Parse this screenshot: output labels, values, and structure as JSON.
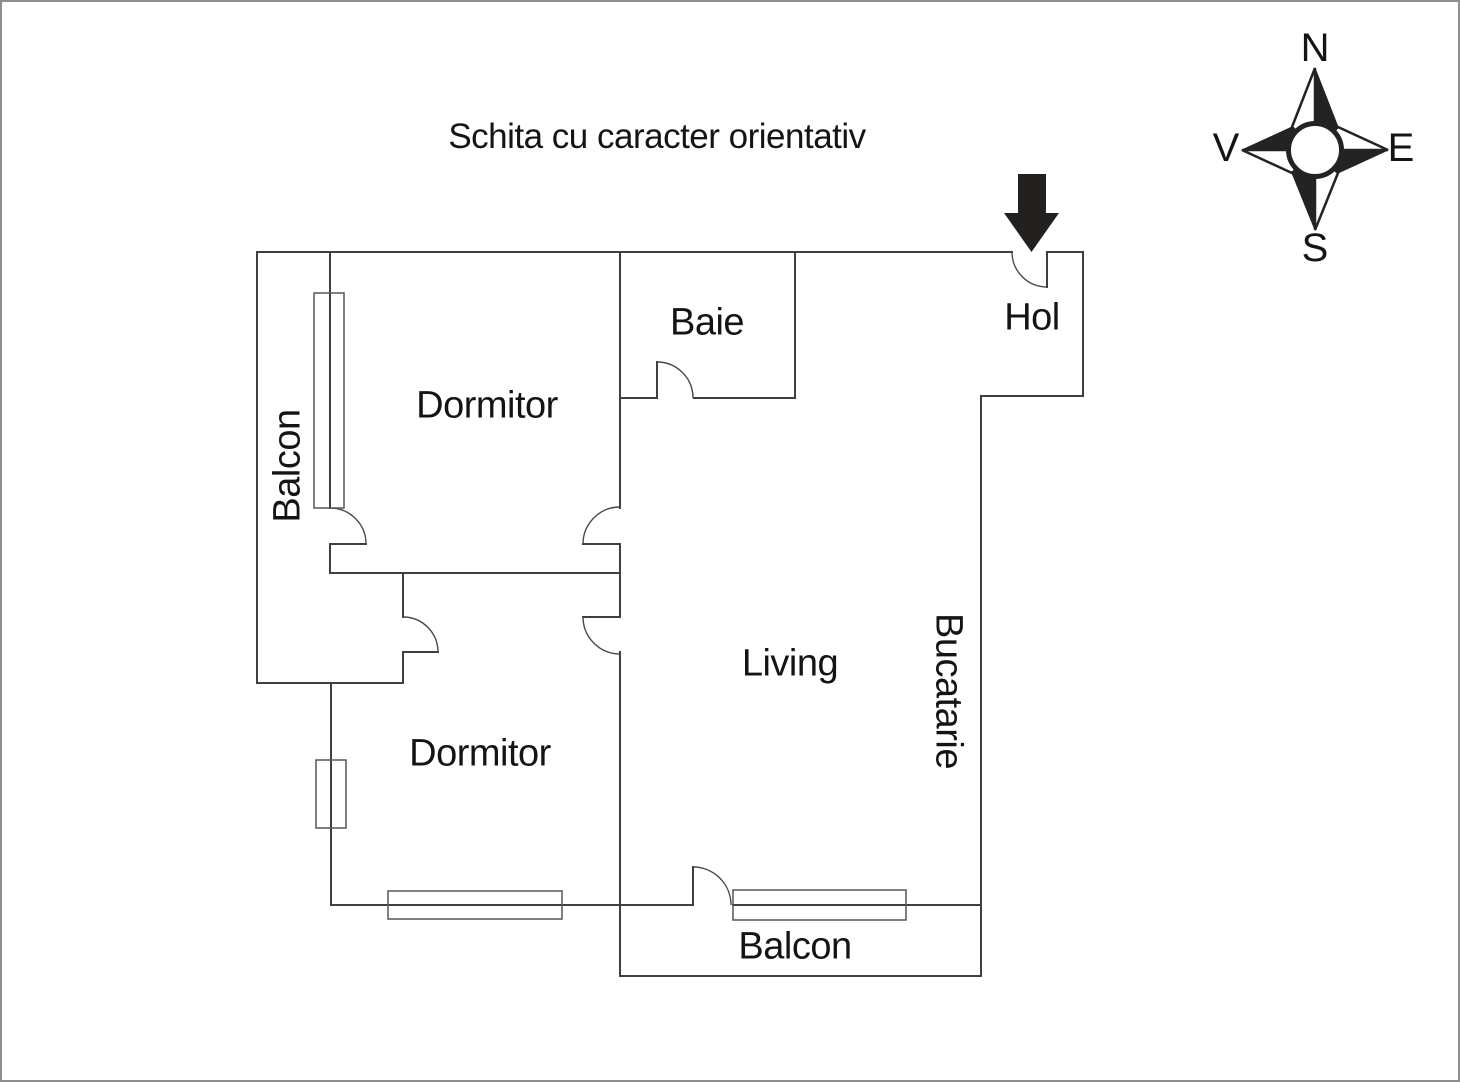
{
  "title": "Schita cu caracter orientativ",
  "compass": {
    "n": "N",
    "e": "E",
    "s": "S",
    "v": "V"
  },
  "rooms": {
    "balcon_left": "Balcon",
    "dormitor_top": "Dormitor",
    "baie": "Baie",
    "hol": "Hol",
    "living": "Living",
    "bucatarie": "Bucatarie",
    "dormitor_bottom": "Dormitor",
    "balcon_bottom": "Balcon"
  },
  "colors": {
    "wall": "#3f3f3f",
    "door_arc": "#4a4a4a",
    "window": "#565656",
    "text": "#141414",
    "arrow": "#232020",
    "compass": "#232323",
    "frame_border": "#8e8e8e"
  }
}
